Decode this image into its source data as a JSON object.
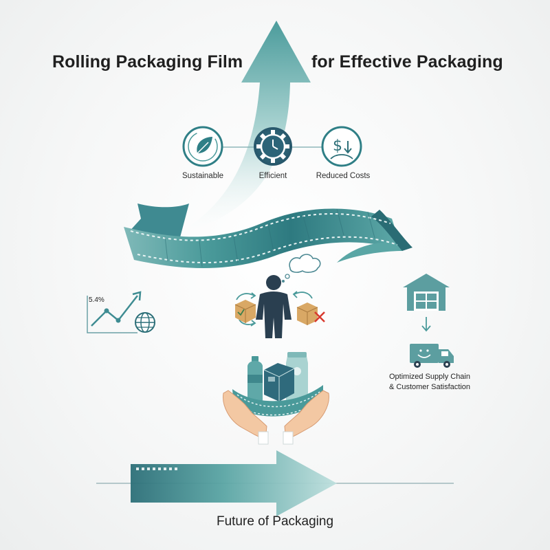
{
  "title": {
    "left": "Rolling Packaging Film",
    "right": "for Effective Packaging"
  },
  "pillars": [
    {
      "label": "Sustainable",
      "icon": "leaf-icon"
    },
    {
      "label": "Efficient",
      "icon": "gear-clock-icon"
    },
    {
      "label": "Reduced Costs",
      "icon": "dollar-down-icon"
    }
  ],
  "growth": {
    "value": "5.4%",
    "icons": [
      "trend-up-icon",
      "globe-icon"
    ]
  },
  "consumer": {
    "icons": [
      "person-icon",
      "thought-bubble-icon",
      "box-check-icon",
      "box-cross-icon"
    ]
  },
  "supply_chain": {
    "line1": "Optimized Supply Chain",
    "line2": "& Customer Satisfaction",
    "icons": [
      "warehouse-icon",
      "delivery-truck-icon"
    ]
  },
  "products": {
    "icons": [
      "bottle-icon",
      "box-icon",
      "pouch-icon",
      "hands-icon",
      "film-ribbon-icon"
    ]
  },
  "footer": "Future of Packaging",
  "colors": {
    "teal": "#4a9a9a",
    "teal_dark": "#2c6f78",
    "teal_light": "#a9d3d1",
    "navy": "#2a3f50",
    "cardboard": "#d9a865",
    "red_cross": "#d83a2e",
    "skin": "#f3c8a3"
  }
}
